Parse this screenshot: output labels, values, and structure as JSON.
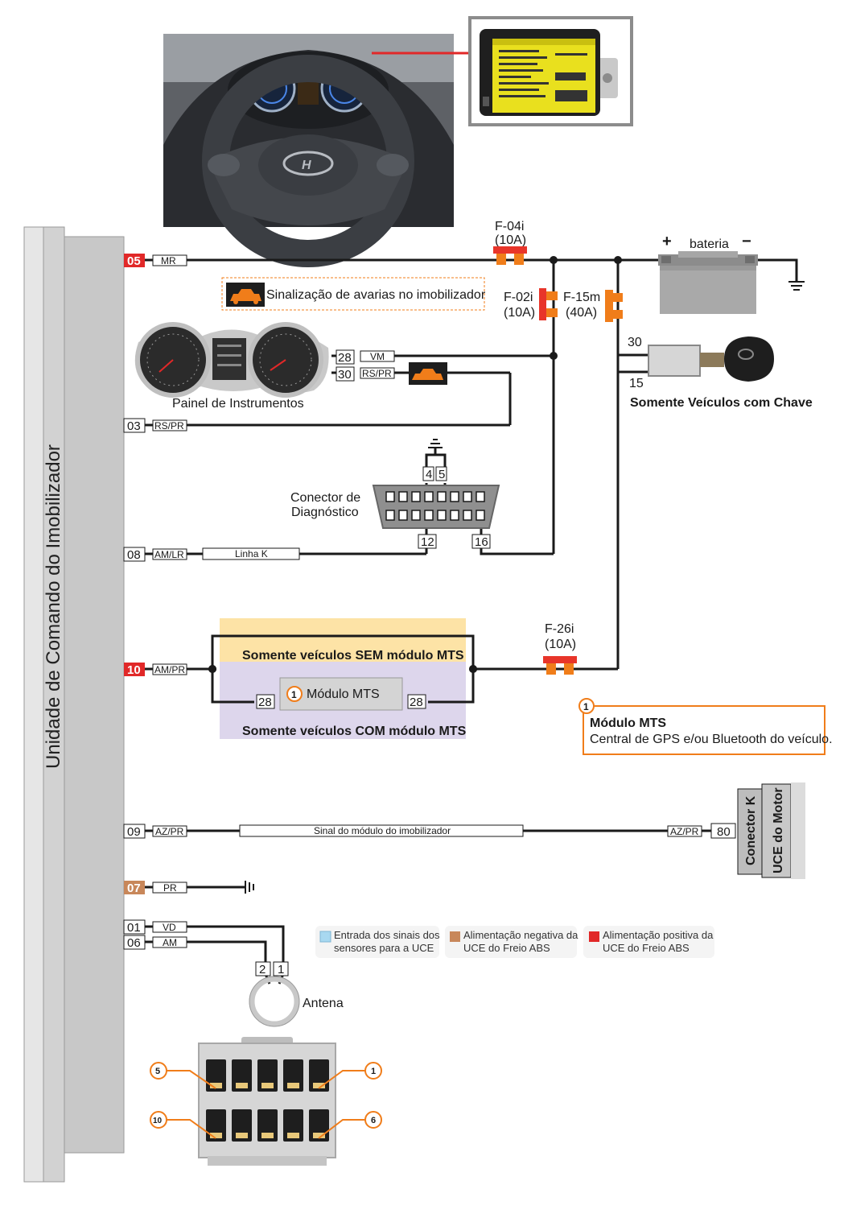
{
  "colors": {
    "wire": "#1a1a1a",
    "positive_pin": "#e12828",
    "negative_pin": "#c8875a",
    "signal_pin": "#a8d8f0",
    "orange": "#f07d1a",
    "fuse_red": "#e8352a",
    "without_mts_band": "#fde3a6",
    "with_mts_band": "#ddd6ec",
    "ecu_grey": "#c8c8c8"
  },
  "ecu": {
    "title": "Unidade de Comando do Imobilizador"
  },
  "photos": {
    "dashboard_icon": "steering-wheel-photo",
    "module_icon": "immobilizer-module-photo"
  },
  "pins": {
    "p05": {
      "num": "05",
      "wire": "MR"
    },
    "p03": {
      "num": "03",
      "wire": "RS/PR"
    },
    "p08": {
      "num": "08",
      "wire": "AM/LR",
      "line": "Linha K"
    },
    "p10": {
      "num": "10",
      "wire": "AM/PR"
    },
    "p09": {
      "num": "09",
      "wire": "AZ/PR",
      "line": "Sinal do módulo do imobilizador"
    },
    "p07": {
      "num": "07",
      "wire": "PR"
    },
    "p01": {
      "num": "01",
      "wire": "VD"
    },
    "p06": {
      "num": "06",
      "wire": "AM"
    }
  },
  "fuses": {
    "f04i": {
      "name": "F-04i",
      "rating": "(10A)"
    },
    "f02i": {
      "name": "F-02i",
      "rating": "(10A)"
    },
    "f15m": {
      "name": "F-15m",
      "rating": "(40A)"
    },
    "f26i": {
      "name": "F-26i",
      "rating": "(10A)"
    }
  },
  "battery": {
    "label": "bateria",
    "plus": "+",
    "minus": "−"
  },
  "ignition": {
    "pin30": "30",
    "pin15": "15",
    "caption": "Somente Veículos com Chave"
  },
  "warning_note": "Sinalização de avarias no imobilizador",
  "cluster": {
    "caption": "Painel de Instrumentos",
    "pin28": "28",
    "wire28": "VM",
    "pin30": "30",
    "wire30": "RS/PR"
  },
  "diag": {
    "caption1": "Conector de",
    "caption2": "Diagnóstico",
    "pin4": "4",
    "pin5": "5",
    "pin12": "12",
    "pin16": "16"
  },
  "mts": {
    "without": "Somente veículos SEM módulo MTS",
    "with": "Somente veículos COM módulo MTS",
    "module": "Módulo MTS",
    "badge": "1",
    "pin_in": "28",
    "pin_out": "28"
  },
  "mts_note": {
    "badge": "1",
    "title": "Módulo MTS",
    "text": "Central de GPS e/ou Bluetooth do veículo."
  },
  "engine_ecu": {
    "wire": "AZ/PR",
    "pin": "80",
    "label1": "Conector K",
    "label2": "UCE do Motor"
  },
  "legend": [
    {
      "line1": "Entrada dos sinais dos",
      "line2": "sensores para a UCE"
    },
    {
      "line1": "Alimentação negativa da",
      "line2": "UCE do Freio ABS"
    },
    {
      "line1": "Alimentação positiva da",
      "line2": "UCE do Freio ABS"
    }
  ],
  "antenna": {
    "caption": "Antena",
    "pin2": "2",
    "pin1": "1"
  },
  "connector_pins": {
    "p5": "5",
    "p1": "1",
    "p10": "10",
    "p6": "6"
  }
}
